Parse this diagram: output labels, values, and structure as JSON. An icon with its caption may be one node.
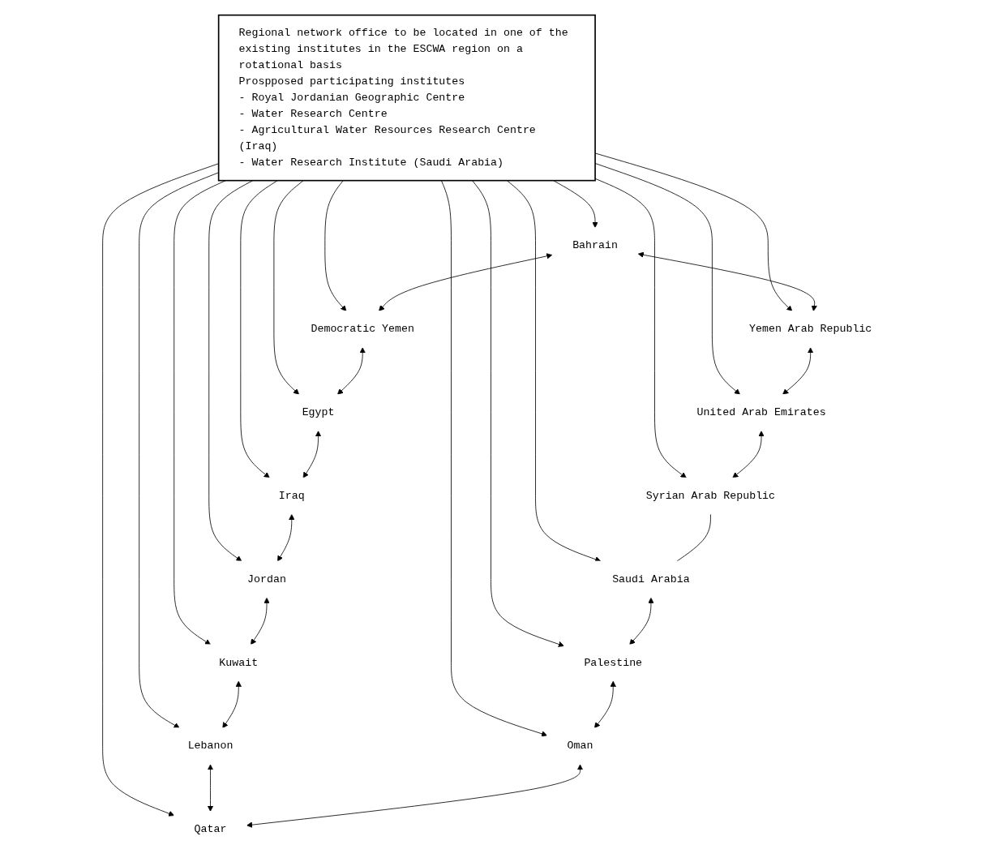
{
  "diagram": {
    "nodes": [
      {
        "text": [
          "Regional network office to be located in one of the existing institutes in the ESCWA region on a rotational basis",
          "Prospposed participating institutes",
          "- Royal Jordanian Geographic Centre",
          "- Water Research Centre",
          "- Agricultural Water Resources Research Centre (Iraq)",
          "- Water Research Institute (Saudi Arabia)"
        ]
      },
      {
        "text": [
          "Bahrain"
        ]
      },
      {
        "text": [
          "Democratic Yemen"
        ]
      },
      {
        "text": [
          "Egypt"
        ]
      },
      {
        "text": [
          "Iraq"
        ]
      },
      {
        "text": [
          "Jordan"
        ]
      },
      {
        "text": [
          "Yemen Arab Republic"
        ]
      },
      {
        "text": [
          "Kuwait"
        ]
      },
      {
        "text": [
          "Lebanon"
        ]
      },
      {
        "text": [
          "United Arab Emirates"
        ]
      },
      {
        "text": [
          "Syrian Arab Republic"
        ]
      },
      {
        "text": [
          "Qatar"
        ]
      },
      {
        "text": [
          "Saudi Arabia"
        ]
      },
      {
        "text": [
          "Palestine"
        ]
      },
      {
        "text": [
          "Oman"
        ]
      }
    ],
    "edges": [
      {
        "from": 0,
        "to": 1,
        "arrow": "to"
      },
      {
        "from": 0,
        "to": 2,
        "arrow": "to"
      },
      {
        "from": 0,
        "to": 3,
        "arrow": "to"
      },
      {
        "from": 0,
        "to": 4,
        "arrow": "to"
      },
      {
        "from": 0,
        "to": 5,
        "arrow": "to"
      },
      {
        "from": 0,
        "to": 6,
        "arrow": "to"
      },
      {
        "from": 0,
        "to": 7,
        "arrow": "to"
      },
      {
        "from": 0,
        "to": 8,
        "arrow": "to"
      },
      {
        "from": 0,
        "to": 9,
        "arrow": "to"
      },
      {
        "from": 0,
        "to": 10,
        "arrow": "to"
      },
      {
        "from": 0,
        "to": 11,
        "arrow": "to"
      },
      {
        "from": 0,
        "to": 12,
        "arrow": "to"
      },
      {
        "from": 0,
        "to": 13,
        "arrow": "to"
      },
      {
        "from": 0,
        "to": 14,
        "arrow": "to"
      },
      {
        "from": 1,
        "to": 2,
        "arrow": "both"
      },
      {
        "from": 2,
        "to": 3,
        "arrow": "both"
      },
      {
        "from": 3,
        "to": 4,
        "arrow": "both"
      },
      {
        "from": 4,
        "to": 5,
        "arrow": "both"
      },
      {
        "from": 5,
        "to": 7,
        "arrow": "both"
      },
      {
        "from": 7,
        "to": 8,
        "arrow": "both"
      },
      {
        "from": 8,
        "to": 11,
        "arrow": "both"
      },
      {
        "from": 1,
        "to": 6,
        "arrow": "both"
      },
      {
        "from": 6,
        "to": 9,
        "arrow": "both"
      },
      {
        "from": 9,
        "to": 10,
        "arrow": "both"
      },
      {
        "from": 10,
        "to": 12,
        "arrow": "none"
      },
      {
        "from": 12,
        "to": 13,
        "arrow": "both"
      },
      {
        "from": 13,
        "to": 14,
        "arrow": "both"
      },
      {
        "from": 14,
        "to": 11,
        "arrow": "both"
      }
    ]
  }
}
